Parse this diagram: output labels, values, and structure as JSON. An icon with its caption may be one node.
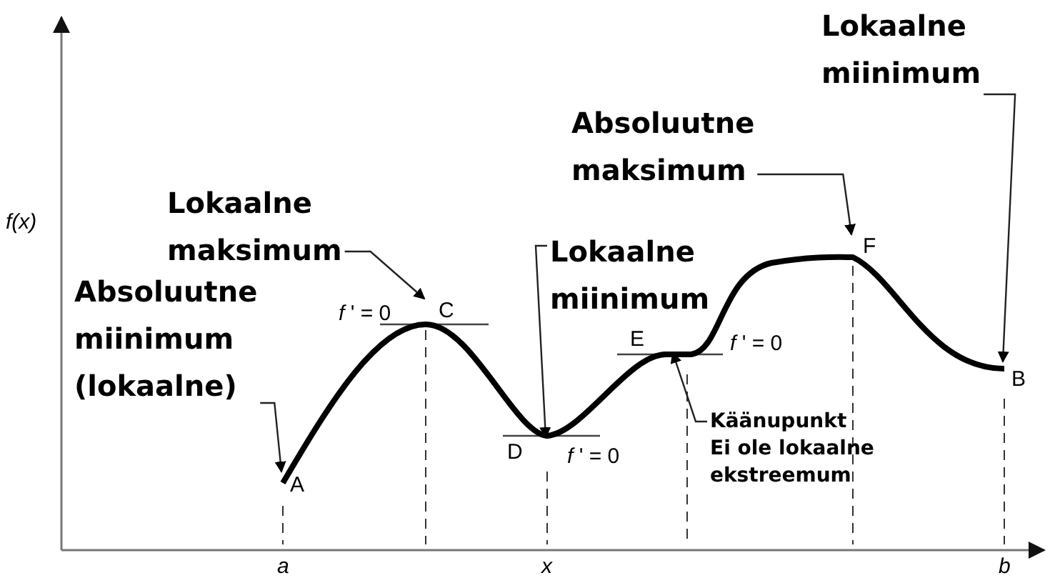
{
  "diagram": {
    "nodes": [
      {
        "text": [
          "Absoluutne miinimum (lokaalne)"
        ]
      },
      {
        "text": [
          "A"
        ]
      },
      {
        "text": [
          "Lokaalne maksimum"
        ]
      },
      {
        "text": [
          "C"
        ]
      },
      {
        "text": [
          "Lokaalne miinimum"
        ]
      },
      {
        "text": [
          "D"
        ]
      },
      {
        "text": [
          "E"
        ]
      },
      {
        "text": [
          "Käänupunkt",
          "Ei ole lokaalne ekstreemum"
        ]
      },
      {
        "text": [
          "Absoluutne maksimum"
        ]
      },
      {
        "text": [
          "F"
        ]
      },
      {
        "text": [
          "Lokaalne miinimum"
        ]
      },
      {
        "text": [
          "B"
        ]
      }
    ],
    "edges": [
      {
        "from": 0,
        "to": 1,
        "arrow": "to"
      },
      {
        "from": 2,
        "to": 3,
        "arrow": "to"
      },
      {
        "from": 4,
        "to": 5,
        "arrow": "to"
      },
      {
        "from": 7,
        "to": 6,
        "arrow": "to"
      },
      {
        "from": 8,
        "to": 9,
        "arrow": "to"
      },
      {
        "from": 10,
        "to": 11,
        "arrow": "to"
      }
    ],
    "labels": [
      "f(x)",
      "*f* ' = 0",
      "*f* ' = 0",
      "*f* ' = 0",
      "a",
      "x",
      "b"
    ]
  }
}
